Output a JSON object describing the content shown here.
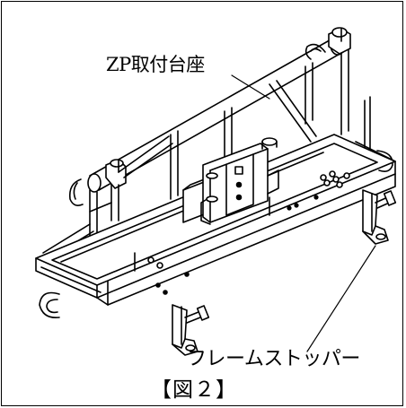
{
  "labels": {
    "mount_base": "ZP取付台座",
    "frame_stopper": "フレームストッパー"
  },
  "caption": "【図２】",
  "colors": {
    "line": "#000000",
    "background": "#ffffff"
  }
}
